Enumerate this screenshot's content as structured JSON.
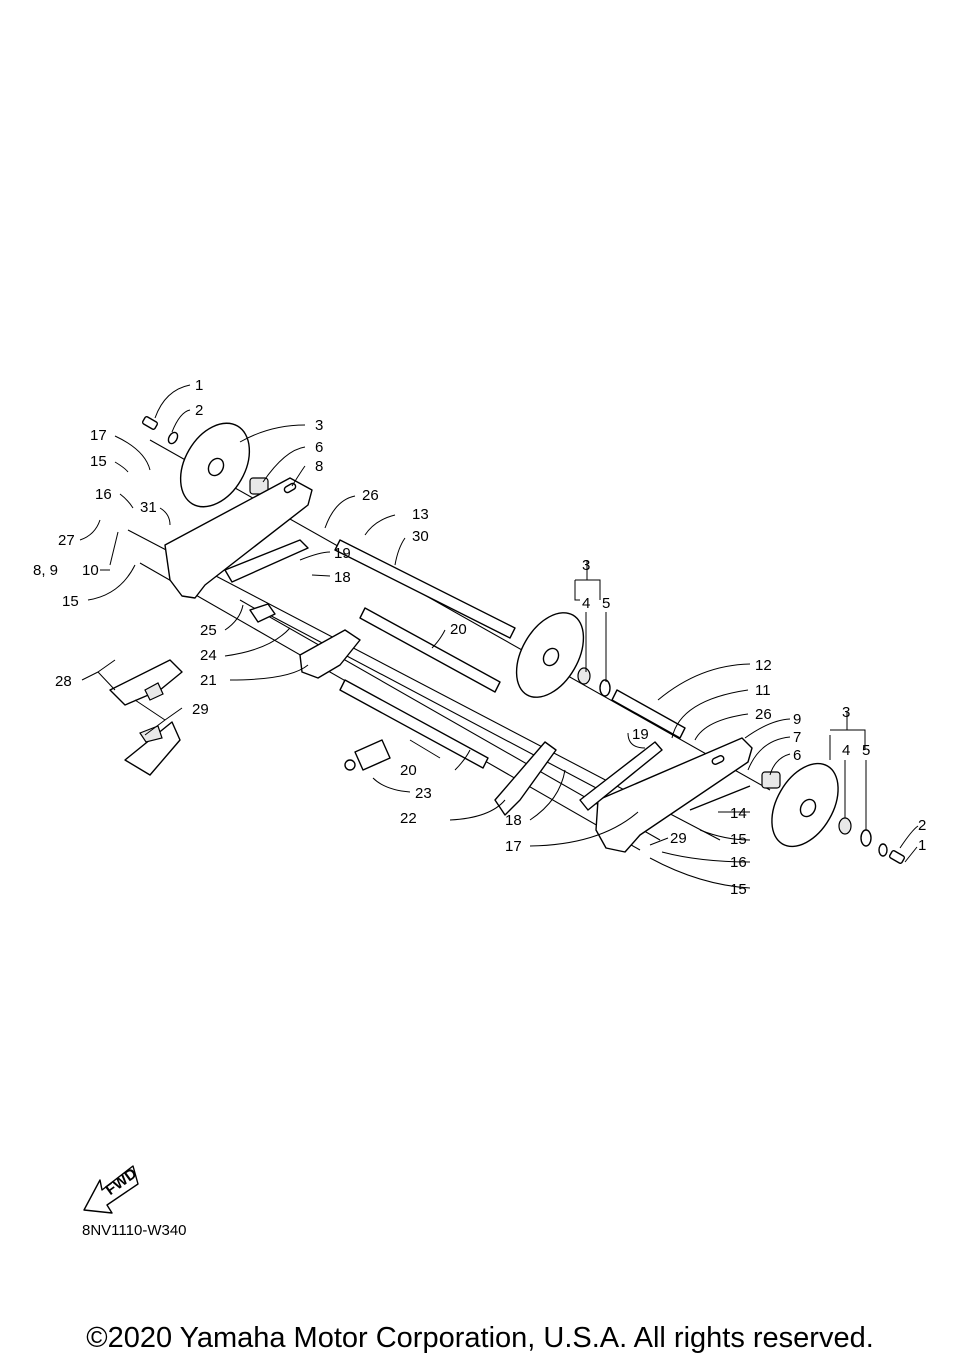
{
  "diagram": {
    "code": "8NV1110-W340",
    "copyright": "©2020 Yamaha Motor Corporation, U.S.A. All rights reserved.",
    "fwd_label": "FWD",
    "callouts": {
      "c1a": "1",
      "c2a": "2",
      "c3a": "3",
      "c6a": "6",
      "c8a": "8",
      "c17a": "17",
      "c15a": "15",
      "c16a": "16",
      "c31": "31",
      "c26a": "26",
      "c13": "13",
      "c30": "30",
      "c27": "27",
      "c89": "8, 9",
      "c10": "10",
      "c19a": "19",
      "c18a": "18",
      "c15b": "15",
      "c25": "25",
      "c24": "24",
      "c21": "21",
      "c20a": "20",
      "c3b": "3",
      "c4a": "4",
      "c5a": "5",
      "c28": "28",
      "c29a": "29",
      "c12": "12",
      "c11": "11",
      "c26b": "26",
      "c9": "9",
      "c7": "7",
      "c6b": "6",
      "c3c": "3",
      "c4b": "4",
      "c5b": "5",
      "c19b": "19",
      "c20b": "20",
      "c23": "23",
      "c14": "14",
      "c22": "22",
      "c18b": "18",
      "c15c": "15",
      "c2b": "2",
      "c1b": "1",
      "c17b": "17",
      "c29b": "29",
      "c16b": "16",
      "c15d": "15"
    }
  }
}
